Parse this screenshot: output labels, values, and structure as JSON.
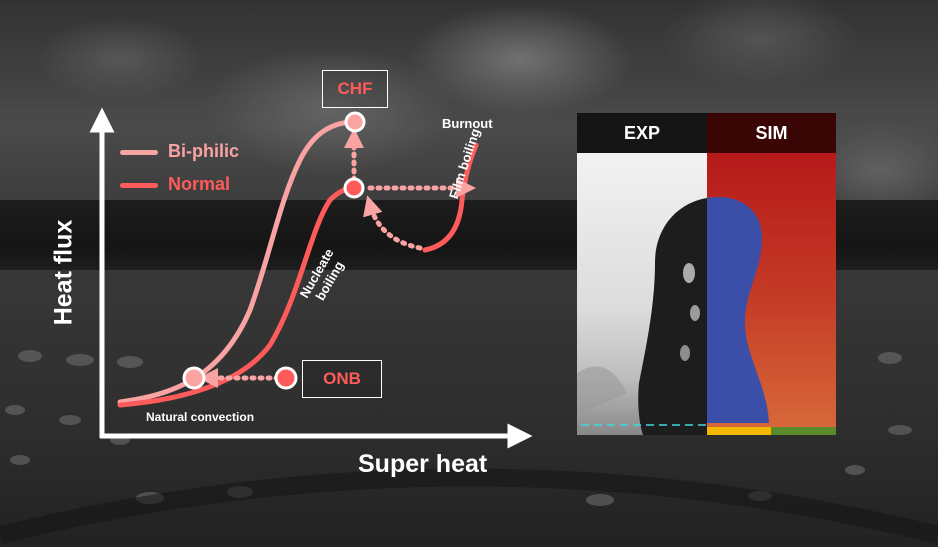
{
  "axes": {
    "y_label": "Heat flux",
    "x_label": "Super heat"
  },
  "legend": {
    "items": [
      {
        "label": "Bi-philic",
        "color": "#f9a3a3"
      },
      {
        "label": "Normal",
        "color": "#ff5b5b"
      }
    ]
  },
  "annotations": {
    "chf": "CHF",
    "onb": "ONB",
    "burnout": "Burnout",
    "film_boiling": "Film boiling",
    "nucleate_line1": "Nucleate",
    "nucleate_line2": "boiling",
    "natural_convection": "Natural convection"
  },
  "panel": {
    "exp_label": "EXP",
    "sim_label": "SIM"
  },
  "colors": {
    "biphilic": "#f9a3a3",
    "normal": "#ff5b5b",
    "axis": "#ffffff",
    "sim_liquid_top": "#b51a1a",
    "sim_liquid_bottom": "#d86a3a",
    "sim_vapor": "#3c4fa8",
    "substrate_hydrophilic": "#f5b800",
    "substrate_hydrophobic": "#5a8a2a",
    "exp_baseline": "#41d9e0"
  }
}
